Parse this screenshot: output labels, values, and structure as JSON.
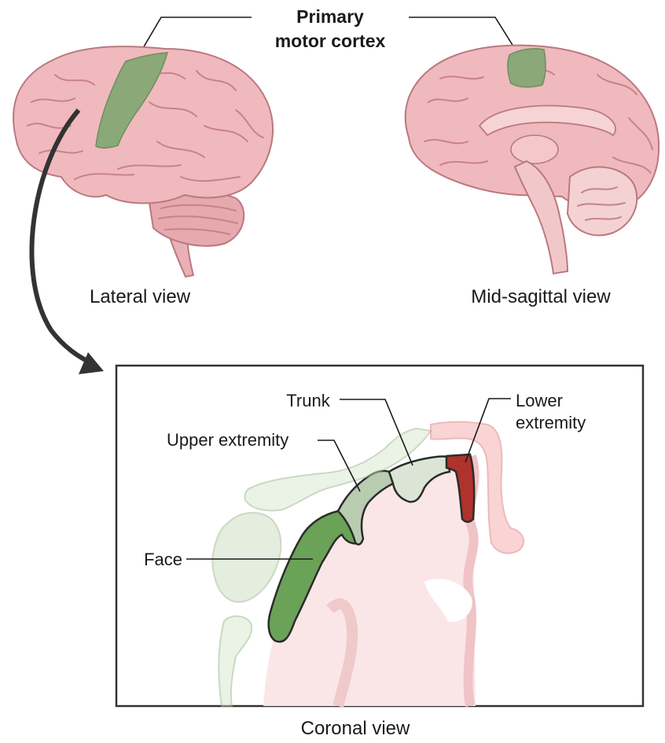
{
  "title_line1": "Primary",
  "title_line2": "motor cortex",
  "views": {
    "lateral": "Lateral view",
    "mid_sagittal": "Mid-sagittal view",
    "coronal": "Coronal view"
  },
  "regions": {
    "trunk": "Trunk",
    "lower_line1": "Lower",
    "lower_line2": "extremity",
    "upper": "Upper extremity",
    "face": "Face"
  },
  "colors": {
    "motor_cortex": "#8aa878",
    "face": "#6aa257",
    "upper_extremity": "#b8ccb0",
    "trunk": "#dbe5d5",
    "lower_extremity": "#b0322c",
    "brain": "#f0b9bd"
  }
}
